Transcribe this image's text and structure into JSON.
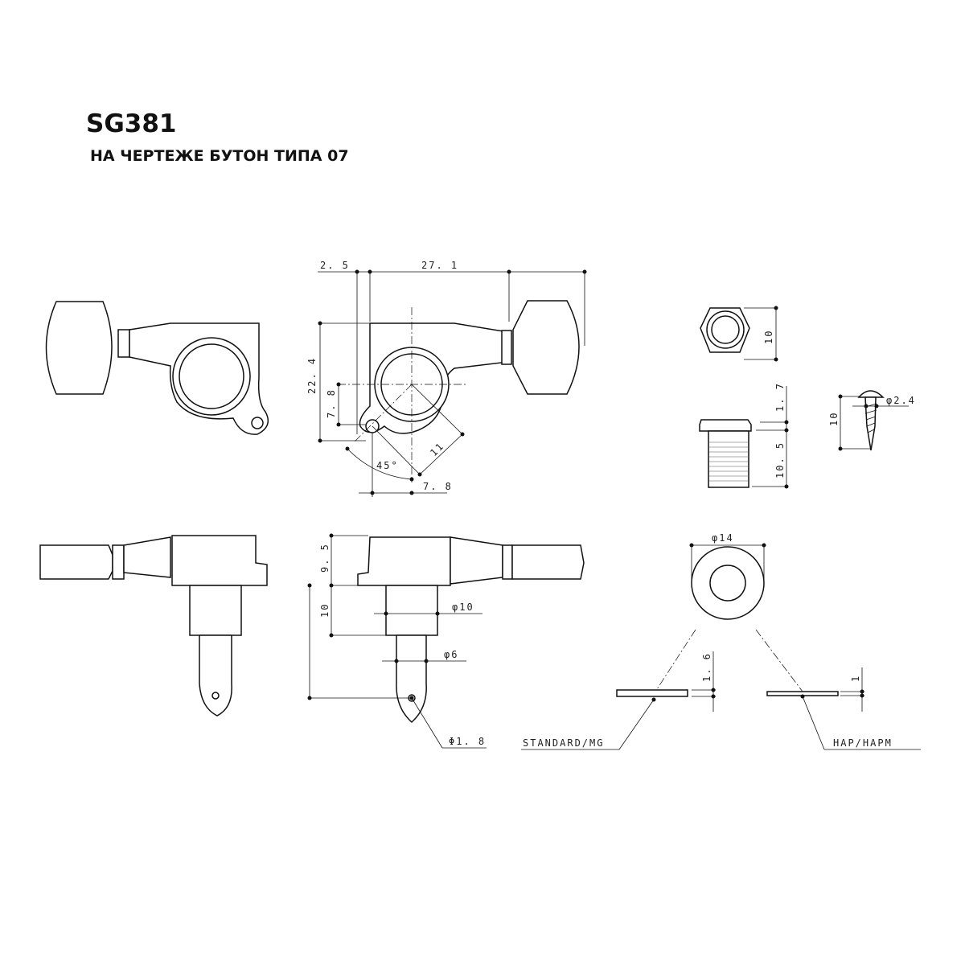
{
  "header": {
    "title": "SG381",
    "subtitle": "НА ЧЕРТЕЖЕ БУТОН ТИПА 07"
  },
  "front_view": {
    "dim_offset": "2. 5",
    "dim_length": "27. 1",
    "dim_height": "22. 4",
    "dim_hole_offset_v": "7. 8",
    "dim_radius": "11",
    "dim_angle": "45°",
    "dim_hole_offset_h": "7. 8"
  },
  "bushing": {
    "dim_hex": "10",
    "dim_flange": "1. 7",
    "dim_thread": "10. 5"
  },
  "screw": {
    "dim_length": "10",
    "dim_diameter": "φ2.4"
  },
  "side_view": {
    "dim_top": "9. 5",
    "dim_post": "10",
    "dim_post_dia": "φ10",
    "dim_shaft_dia": "φ6",
    "dim_hole_dia": "Φ1. 8"
  },
  "washer": {
    "dim_outer": "φ14",
    "thickness_standard": "1. 6",
    "thickness_hap": "1",
    "label_standard": "STANDARD/MG",
    "label_hap": "HAP/HAPM"
  }
}
